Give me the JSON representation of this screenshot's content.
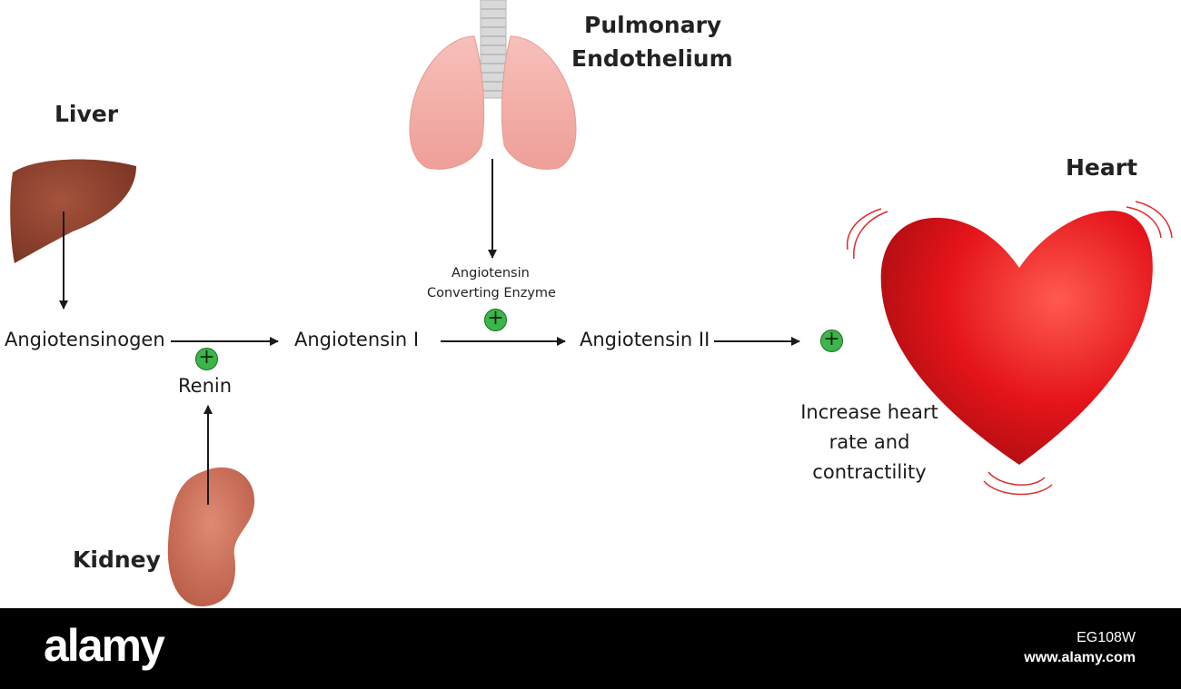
{
  "organs": {
    "liver": "Liver",
    "lungs_line1": "Pulmonary",
    "lungs_line2": "Endothelium",
    "kidney": "Kidney",
    "heart": "Heart"
  },
  "terms": {
    "angiotensinogen": "Angiotensinogen",
    "renin": "Renin",
    "angiotensin_1": "Angiotensin I",
    "angiotensin_2": "Angiotensin II"
  },
  "enzyme": {
    "line1": "Angiotensin",
    "line2": "Converting Enzyme"
  },
  "effect": "Increase heart rate and contractility",
  "plus_symbol": "+",
  "footer": {
    "brand": "alamy",
    "image_id": "EG108W",
    "url": "www.alamy.com"
  },
  "colors": {
    "liver": "#8b3f2c",
    "lungs": "#f4b0aa",
    "trachea": "#d8d8d8",
    "kidney": "#c86a55",
    "heart": "#e4141a",
    "plus_fill": "#3cb54a",
    "arrow": "#1a1a1a"
  },
  "icons": [
    "liver-icon",
    "lungs-icon",
    "kidney-icon",
    "heart-icon"
  ]
}
